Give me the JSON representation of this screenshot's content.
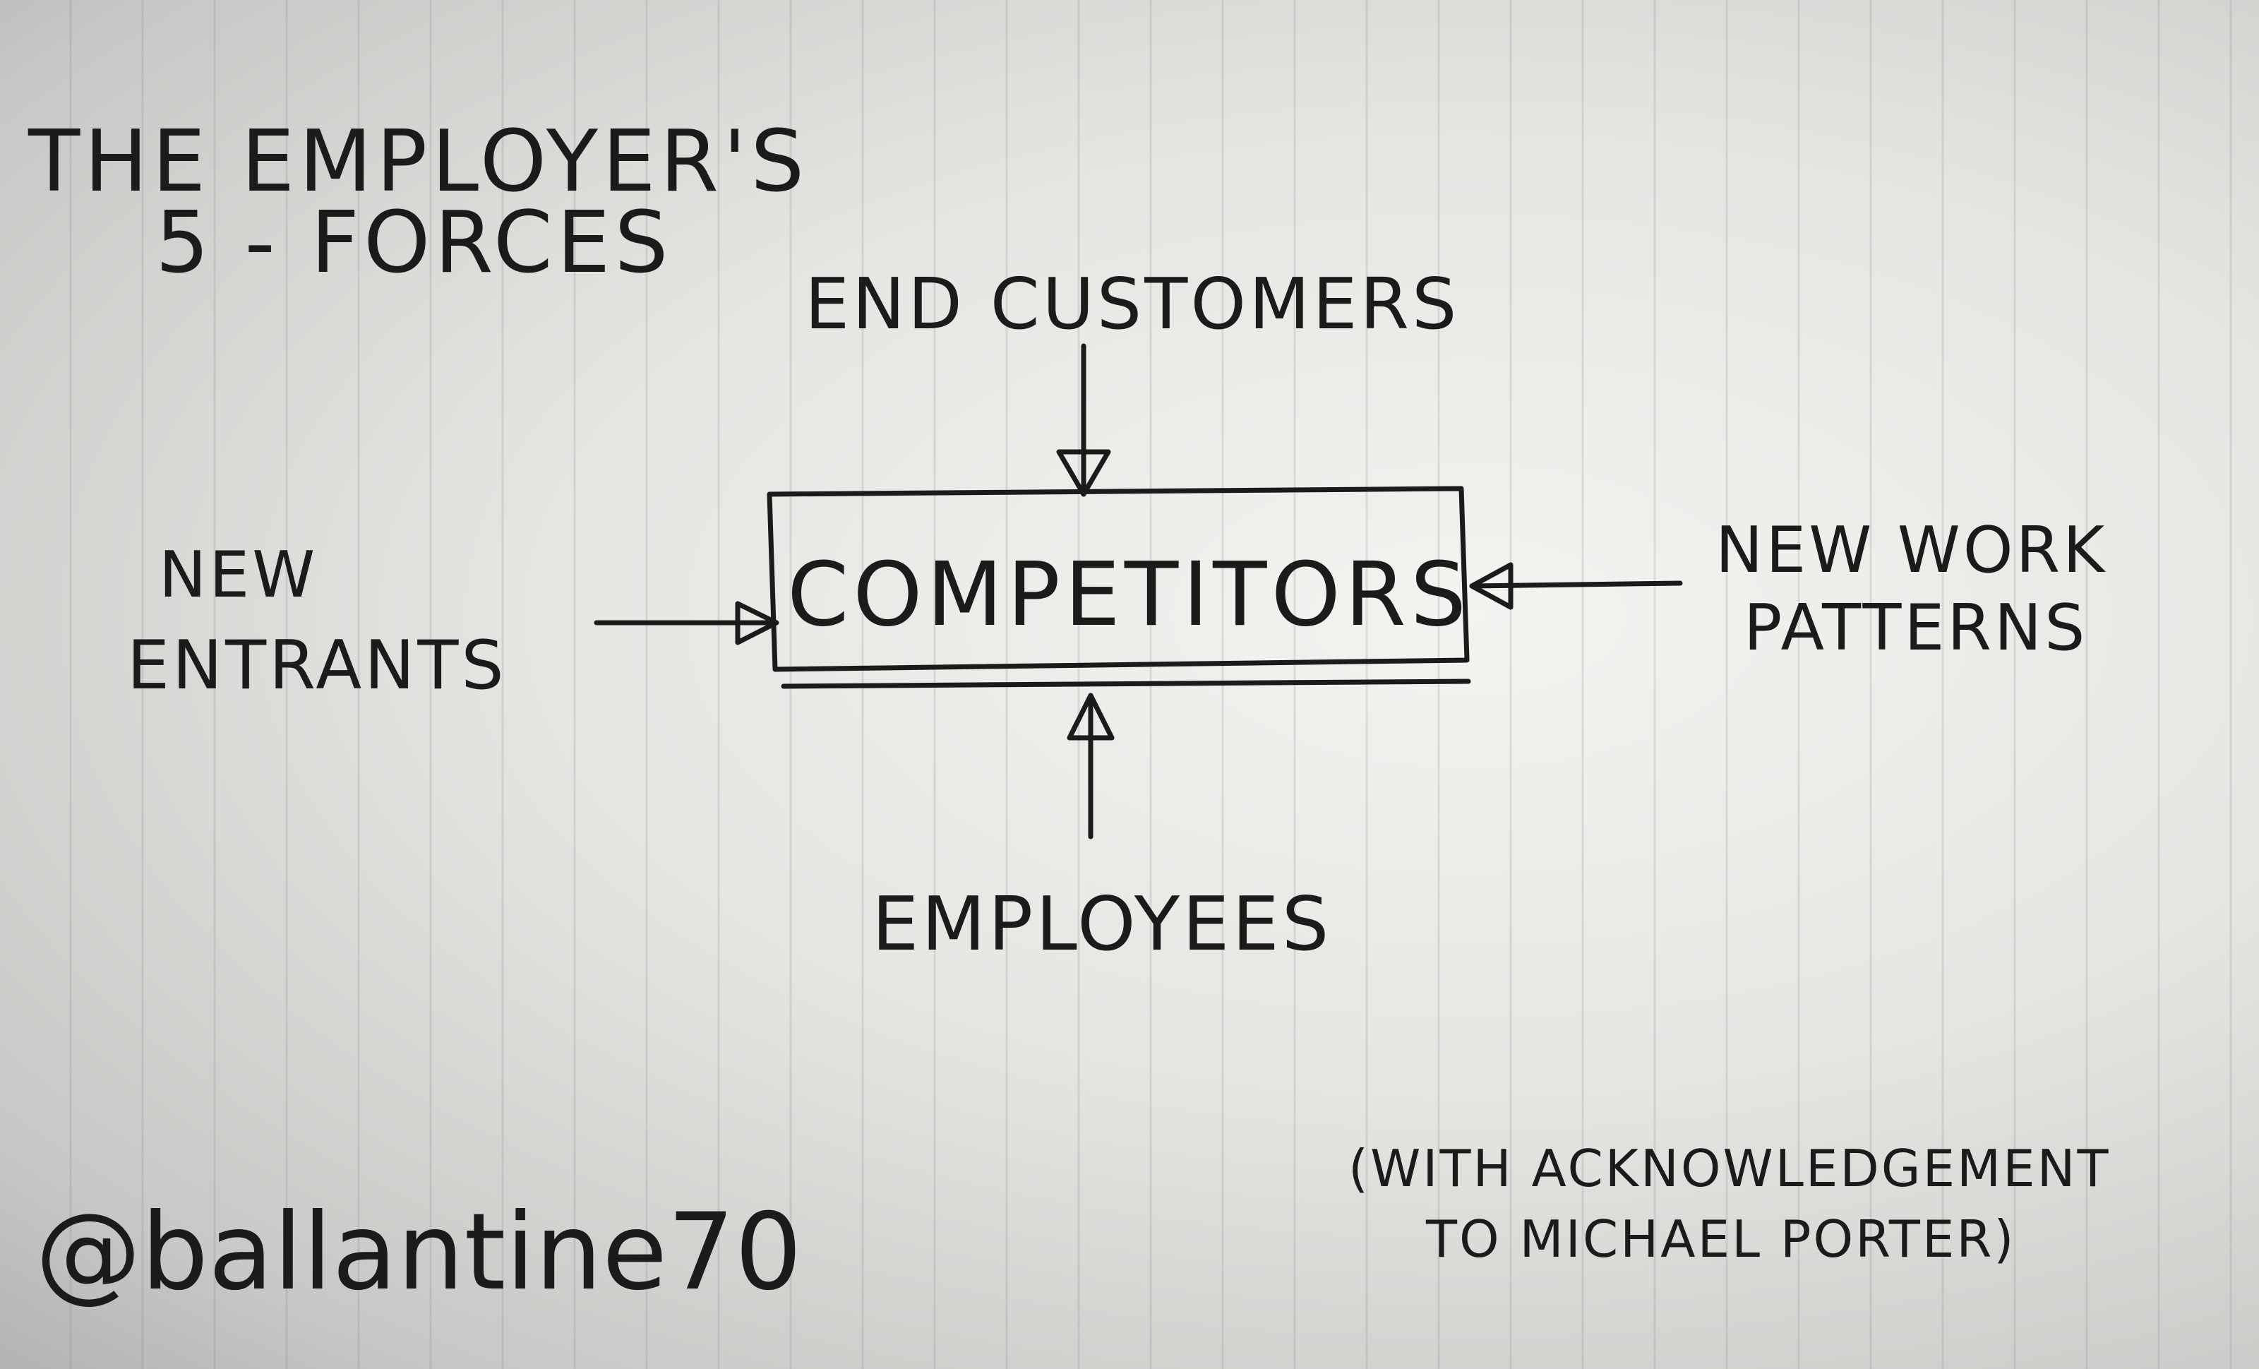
{
  "title": {
    "line1": "THE EMPLOYER'S",
    "line2": "5 - FORCES"
  },
  "center": "COMPETITORS",
  "forces": {
    "top": "END CUSTOMERS",
    "left": {
      "line1": "NEW",
      "line2": "ENTRANTS"
    },
    "right": {
      "line1": "NEW WORK",
      "line2": "PATTERNS"
    },
    "bottom": "EMPLOYEES"
  },
  "signature": "@ballantine70",
  "acknowledgement": {
    "line1": "(WITH ACKNOWLEDGEMENT",
    "line2": "TO MICHAEL PORTER)"
  },
  "colors": {
    "ink": "#1c1a1b",
    "paper": "#eeede9"
  }
}
